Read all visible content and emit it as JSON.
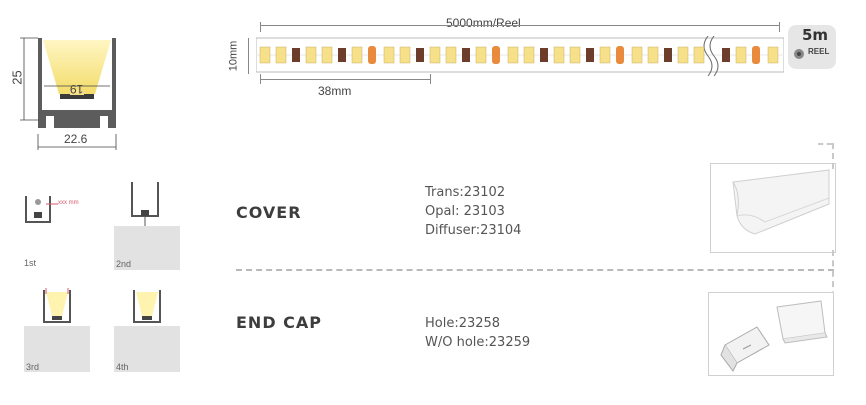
{
  "profile": {
    "height_dim": "25",
    "inner_width_dim": "19",
    "width_dim": "22.6"
  },
  "strip": {
    "length_label": "5000mm/Reel",
    "width_label": "10mm",
    "cut_label": "38mm",
    "reel_length": "5m",
    "reel_label": "REEL"
  },
  "install_steps": [
    {
      "label": "1st",
      "note": "xxx mm"
    },
    {
      "label": "2nd"
    },
    {
      "label": "3rd"
    },
    {
      "label": "4th"
    }
  ],
  "cover": {
    "title": "COVER",
    "codes": [
      "Trans:23102",
      "Opal: 23103",
      "Diffuser:23104"
    ]
  },
  "end_cap": {
    "title": "END CAP",
    "codes": [
      "Hole:23258",
      "W/O hole:23259"
    ]
  },
  "colors": {
    "led_yellow": "#f6e08a",
    "chip_dark": "#6b3d2a",
    "connector_orange": "#e98a3c",
    "light_glow": "#fff3b0"
  }
}
